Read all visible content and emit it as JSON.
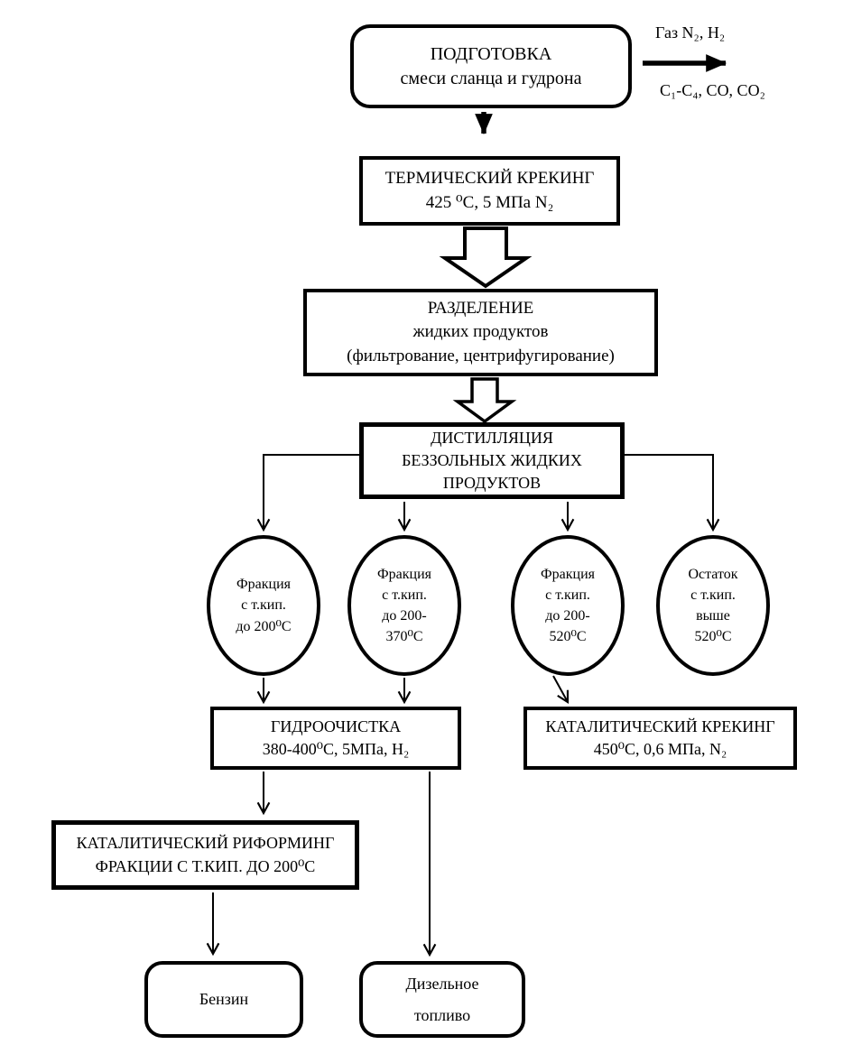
{
  "diagram": {
    "type": "flowchart",
    "background": "#ffffff",
    "line_color": "#000000",
    "nodes": {
      "preparation": "ПОДГОТОВКА\nсмеси сланца и гудрона",
      "thermal_cracking": "ТЕРМИЧЕСКИЙ КРЕКИНГ\n425 ⁰С, 5 МПа N₂",
      "separation": "РАЗДЕЛЕНИЕ\nжидких продуктов\n(фильтрование, центрифугирование)",
      "distillation": "ДИСТИЛЛЯЦИЯ\nБЕЗЗОЛЬНЫХ ЖИДКИХ\nПРОДУКТОВ",
      "fraction_200": "Фракция\nс т.кип.\nдо 200⁰С",
      "fraction_200_370": "Фракция\nс т.кип.\nдо 200-\n370⁰С",
      "fraction_200_520": "Фракция\nс т.кип.\nдо 200-\n520⁰С",
      "residue_520": "Остаток\nс т.кип.\nвыше\n520⁰С",
      "hydrotreating": "ГИДРООЧИСТКА\n380-400⁰С, 5МПа, H₂",
      "catalytic_cracking": "КАТАЛИТИЧЕСКИЙ КРЕКИНГ\n450⁰С, 0,6 МПа, N₂",
      "catalytic_reforming": "КАТАЛИТИЧЕСКИЙ РИФОРМИНГ\nФРАКЦИИ С Т.КИП. ДО 200⁰С",
      "gasoline": "Бензин",
      "diesel": "Дизельное\nтопливо"
    },
    "labels": {
      "gas_out_top": "Газ N₂, H₂",
      "gas_out_bottom": "C₁-C₄, CO, CO₂"
    },
    "edges": [
      {
        "from": "preparation",
        "to": "gas_output"
      },
      {
        "from": "preparation",
        "to": "thermal_cracking"
      },
      {
        "from": "thermal_cracking",
        "to": "separation"
      },
      {
        "from": "separation",
        "to": "distillation"
      },
      {
        "from": "distillation",
        "to": "fraction_200"
      },
      {
        "from": "distillation",
        "to": "fraction_200_370"
      },
      {
        "from": "distillation",
        "to": "fraction_200_520"
      },
      {
        "from": "distillation",
        "to": "residue_520"
      },
      {
        "from": "fraction_200",
        "to": "hydrotreating"
      },
      {
        "from": "fraction_200_370",
        "to": "hydrotreating"
      },
      {
        "from": "fraction_200_520",
        "to": "catalytic_cracking"
      },
      {
        "from": "hydrotreating",
        "to": "catalytic_reforming"
      },
      {
        "from": "hydrotreating",
        "to": "diesel"
      },
      {
        "from": "catalytic_reforming",
        "to": "gasoline"
      }
    ]
  }
}
